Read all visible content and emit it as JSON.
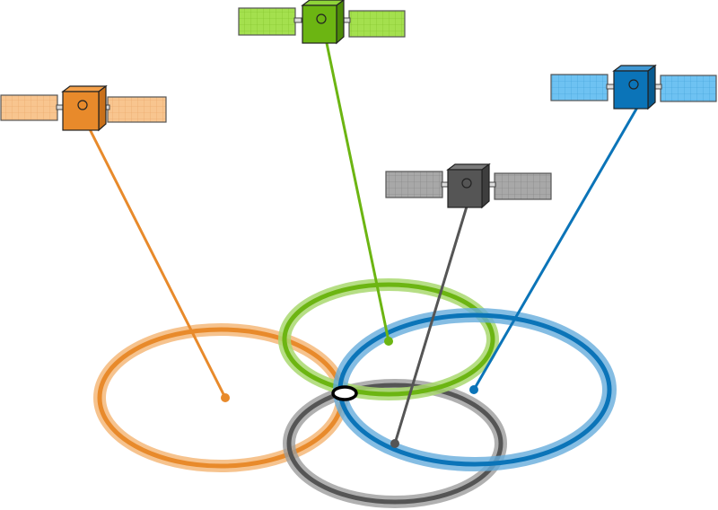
{
  "diagram": {
    "satellites": [
      {
        "id": "orange",
        "color": "#e88a2b",
        "light": "#f4b97a",
        "panel": "#f8c58f"
      },
      {
        "id": "green",
        "color": "#6cb512",
        "light": "#a9d870",
        "panel": "#a4e04e"
      },
      {
        "id": "gray",
        "color": "#555555",
        "light": "#9c9c9c",
        "panel": "#a8a8a8"
      },
      {
        "id": "blue",
        "color": "#0b74b8",
        "light": "#67acdc",
        "panel": "#6ec2f2"
      }
    ],
    "receiver_marker": {
      "fill": "#ffffff",
      "stroke": "#000000"
    }
  }
}
